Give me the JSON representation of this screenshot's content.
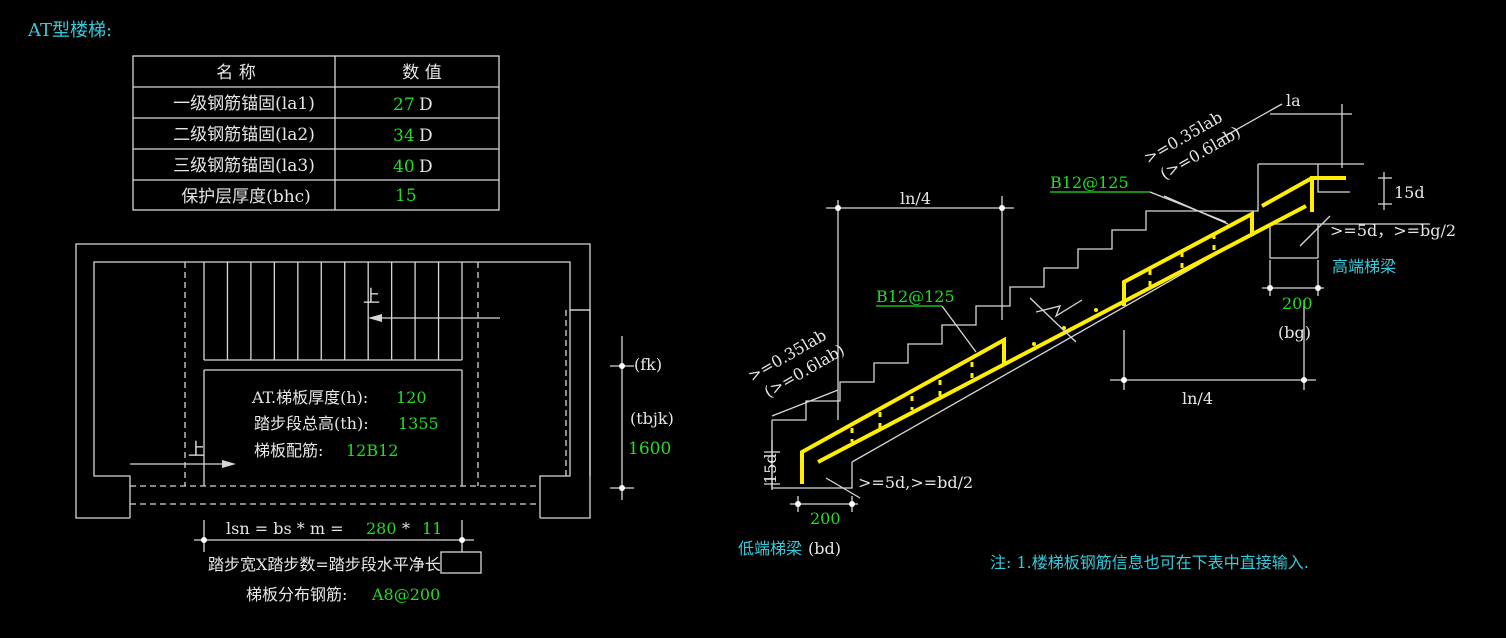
{
  "title": "AT型楼梯:",
  "table": {
    "headers": [
      "名 称",
      "数 值"
    ],
    "rows": [
      {
        "name": "一级钢筋锚固(la1)",
        "value": "27",
        "unit": "D"
      },
      {
        "name": "二级钢筋锚固(la2)",
        "value": "34",
        "unit": "D"
      },
      {
        "name": "三级钢筋锚固(la3)",
        "value": "40",
        "unit": "D"
      },
      {
        "name": "保护层厚度(bhc)",
        "value": "15",
        "unit": ""
      }
    ]
  },
  "plan": {
    "up_arrow_top": "上",
    "up_arrow_bottom": "上",
    "thickness_label": "AT.梯板厚度(h):",
    "thickness_value": "120",
    "total_height_label": "踏步段总高(th):",
    "total_height_value": "1355",
    "rebar_label": "梯板配筋:",
    "rebar_value": "12B12",
    "fk_label": "(fk)",
    "tbjk_label": "(tbjk)",
    "tbjk_value": "1600",
    "lsn_prefix": "lsn = bs * m =",
    "bs_value": "280",
    "star": "*",
    "m_value": "11",
    "caption": "踏步宽X踏步数=踏步段水平净长",
    "dist_label": "梯板分布钢筋:",
    "dist_value": "A8@200"
  },
  "section": {
    "la_label": "la",
    "ln4_top": "ln/4",
    "ln4_bottom": "ln/4",
    "rebar_top": "B12@125",
    "rebar_mid": "B12@125",
    "anchor_top_1": ">=0.35lab",
    "anchor_top_2": "(>=0.6lab)",
    "anchor_left_1": ">=0.35lab",
    "anchor_left_2": "(>=0.6lab)",
    "d15_right": "15d",
    "d15_left": "15d",
    "high_cond": ">=5d，>=bg/2",
    "high_beam": "高端梯梁",
    "bg_value": "200",
    "bg_label": "(bg)",
    "low_cond": ">=5d,>=bd/2",
    "bd_value": "200",
    "low_beam": "低端梯梁",
    "bd_label": "(bd)"
  },
  "note": "注: 1.楼梯板钢筋信息也可在下表中直接输入."
}
